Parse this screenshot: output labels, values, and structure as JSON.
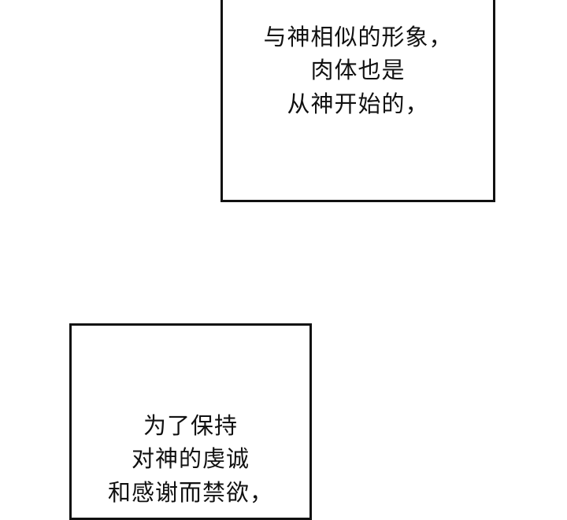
{
  "panels": [
    {
      "lines": [
        "与神相似的形象，",
        "肉体也是",
        "从神开始的，"
      ]
    },
    {
      "lines": [
        "为了保持",
        "对神的虔诚",
        "和感谢而禁欲，"
      ]
    }
  ]
}
